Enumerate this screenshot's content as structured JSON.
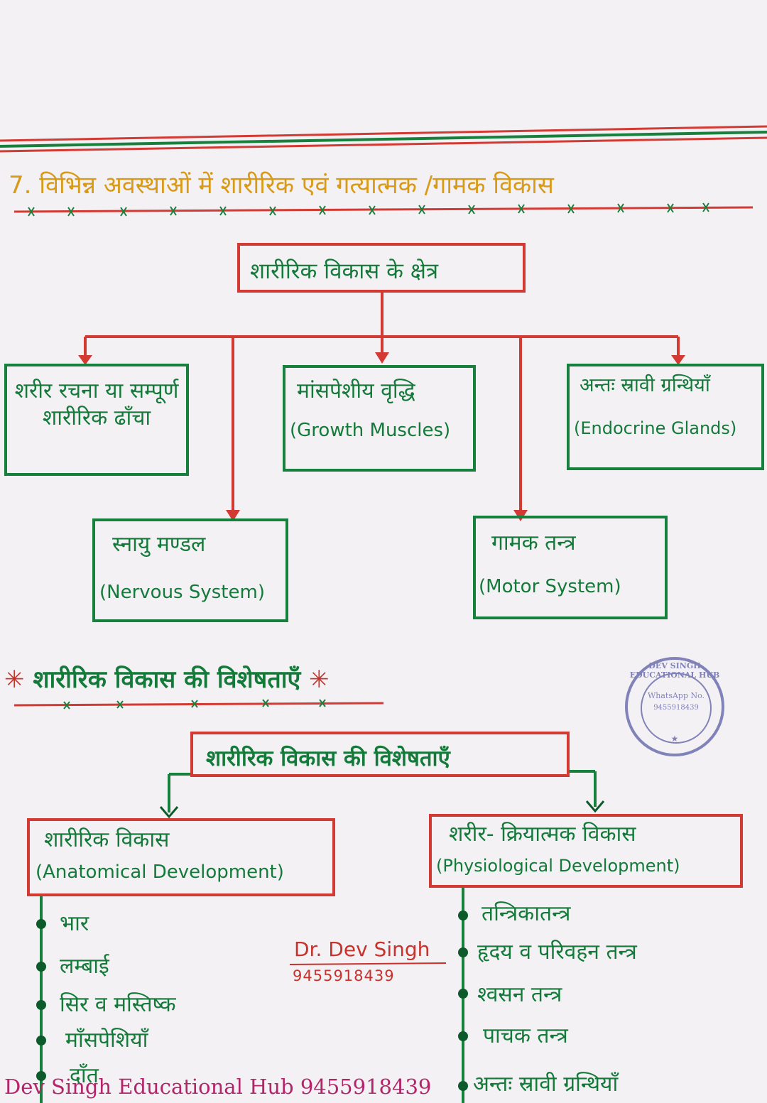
{
  "heading": {
    "number": "7.",
    "text": "विभिन्न अवस्थाओं में शारीरिक एवं गत्यात्मक /गामक विकास"
  },
  "section1": {
    "root": "शारीरिक विकास के क्षेत्र",
    "boxes": {
      "body_structure": "शरीर रचना या सम्पूर्ण शारीरिक ढाँचा",
      "muscle_hi": "मांसपेशीय वृद्धि",
      "muscle_en": "(Growth Muscles)",
      "endocrine_hi": "अन्तः स्रावी ग्रन्थियाँ",
      "endocrine_en": "(Endocrine Glands)",
      "nervous_hi": "स्नायु मण्डल",
      "nervous_en": "(Nervous System)",
      "motor_hi": "गामक तन्त्र",
      "motor_en": "(Motor System)"
    }
  },
  "section2": {
    "heading": "शारीरिक विकास की विशेषताएँ",
    "root": "शारीरिक विकास की विशेषताएँ",
    "anatomical": {
      "hi": "शारीरिक विकास",
      "en": "(Anatomical Development)",
      "items": [
        "भार",
        "लम्बाई",
        "सिर व मस्तिष्क",
        "माँसपेशियाँ",
        "दाँत"
      ]
    },
    "physiological": {
      "hi": "शरीर- क्रियात्मक विकास",
      "en": "(Physiological Development)",
      "items": [
        "तन्त्रिकातन्त्र",
        "हृदय व परिवहन तन्त्र",
        "श्वसन तन्त्र",
        "पाचक तन्त्र",
        "अन्तः स्रावी ग्रन्थियाँ"
      ]
    }
  },
  "signature": {
    "name": "Dr. Dev Singh",
    "phone": "9455918439"
  },
  "stamp": {
    "ring": "DEV SINGH EDUCATIONAL HUB",
    "inner1": "WhatsApp No.",
    "inner2": "9455918439"
  },
  "watermark": "Dev Singh Educational Hub 9455918439",
  "colors": {
    "green": "#147a3a",
    "red": "#c8322c",
    "orange": "#d99a16",
    "stamp": "#5b5ea6",
    "watermark": "#b4246a"
  }
}
